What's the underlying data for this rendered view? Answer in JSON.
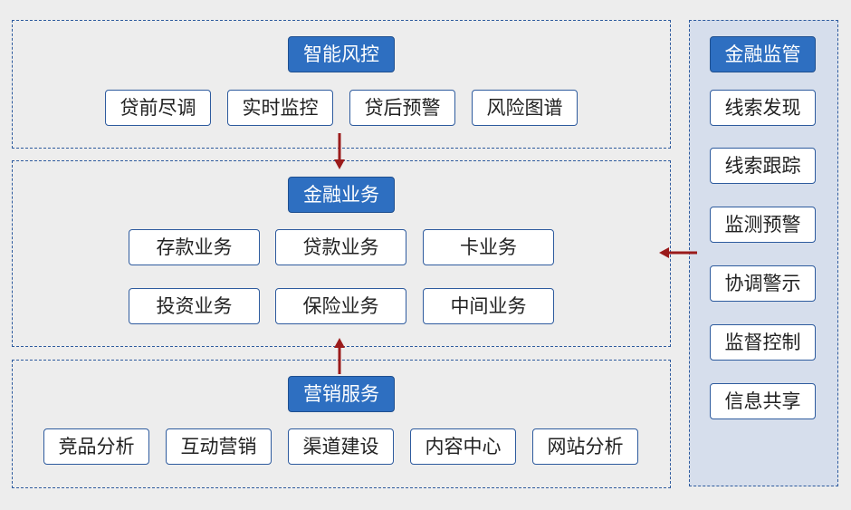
{
  "risk": {
    "title": "智能风控",
    "items": [
      "贷前尽调",
      "实时监控",
      "贷后预警",
      "风险图谱"
    ]
  },
  "business": {
    "title": "金融业务",
    "row1": [
      "存款业务",
      "贷款业务",
      "卡业务"
    ],
    "row2": [
      "投资业务",
      "保险业务",
      "中间业务"
    ]
  },
  "marketing": {
    "title": "营销服务",
    "items": [
      "竞品分析",
      "互动营销",
      "渠道建设",
      "内容中心",
      "网站分析"
    ]
  },
  "supervision": {
    "title": "金融监管",
    "items": [
      "线索发现",
      "线索跟踪",
      "监测预警",
      "协调警示",
      "监督控制",
      "信息共享"
    ]
  },
  "colors": {
    "header_fill": "#2e6fc1",
    "border": "#2e5b9e",
    "arrow": "#9b1b1b",
    "supervision_bg": "#d6deec"
  }
}
